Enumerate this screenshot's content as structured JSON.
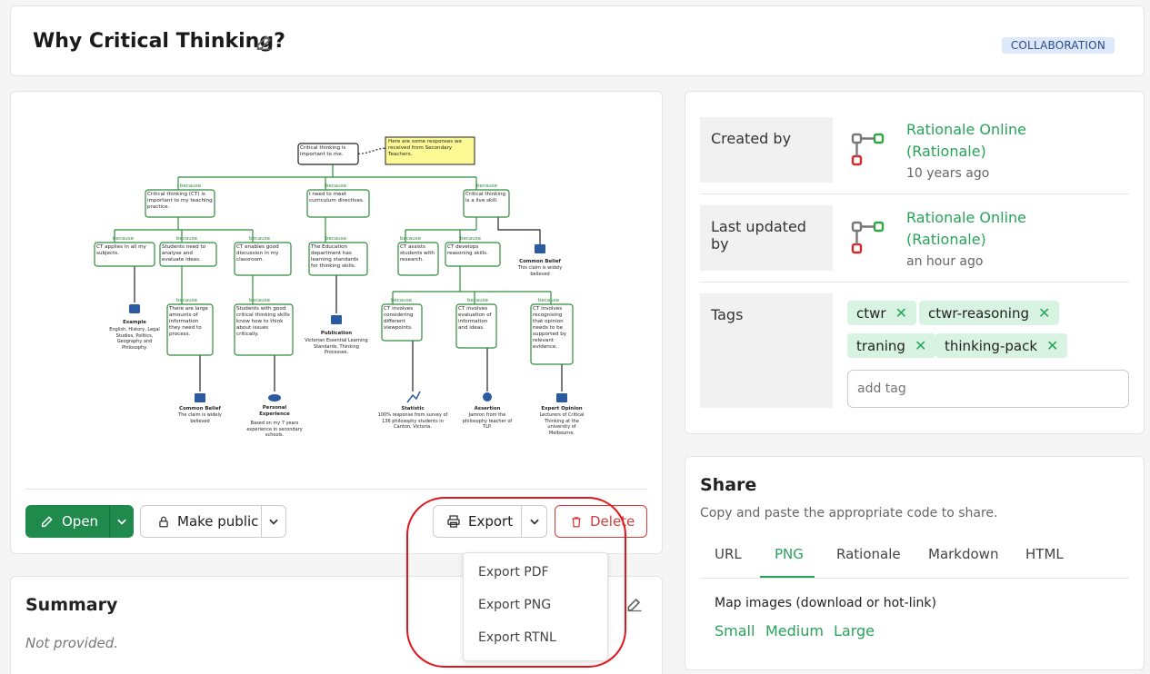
{
  "header": {
    "title": "Why Critical Thinking?",
    "badge": "COLLABORATION"
  },
  "map": {
    "root": "Critical thinking is important to me.",
    "note": "Here are some responses we received from Secondary Teachers.",
    "because": "because",
    "r1": "Critical thinking (CT) is important to my teaching practice.",
    "r2": "I need to meet curriculum directives.",
    "r3": "Critical thinking is a live skill.",
    "a1": "CT applies in all my subjects.",
    "a2": "Students need to analyse and evaluate ideas.",
    "a3": "CT enables good discussion in my classroom.",
    "a4": "The Education department has learning standards for thinking skills.",
    "a5": "CT assists students with research.",
    "a6": "CT develops reasoning skills.",
    "b1": "There are large amounts of information they need to process.",
    "b2": "Students with good critical thinking skills know how to think about issues critically.",
    "b3": "CT involves considering different viewpoints.",
    "b4": "CT involves evaluation of information and ideas.",
    "b5": "CT involves recognising that opinion needs to be supported by relevant evidence.",
    "basis": {
      "example_t": "Example",
      "example_d": "English, History, Legal Studies, Politics, Geography and Philosophy.",
      "publication_t": "Publication",
      "publication_d": "Victorian Essential Learning Standards, Thinking Processes.",
      "common1_t": "Common Belief",
      "common1_d": "This claim is widely believed",
      "common2_t": "Common Belief",
      "common2_d": "The claim is widely believed",
      "personal_t": "Personal Experience",
      "personal_d": "Based on my 7 years experience in secondary schools.",
      "statistic_t": "Statistic",
      "statistic_d": "100% response from survey of 136 philosophy students in Canton, Victoria.",
      "assertion_t": "Assertion",
      "assertion_d": "Jamron from the philosophy teacher of TLP.",
      "expert_t": "Expert Opinion",
      "expert_d": "Lecturers of Critical Thinking at the university of Melbourne."
    }
  },
  "actions": {
    "open": "Open",
    "make_public": "Make public",
    "export": "Export",
    "delete": "Delete",
    "export_menu": [
      "Export PDF",
      "Export PNG",
      "Export RTNL"
    ]
  },
  "summary": {
    "title": "Summary",
    "value": "Not provided."
  },
  "meta": {
    "created_label": "Created by",
    "created_name1": "Rationale Online",
    "created_name2": "(Rationale)",
    "created_time": "10 years ago",
    "updated_label": "Last updated by",
    "updated_name1": "Rationale Online",
    "updated_name2": "(Rationale)",
    "updated_time": "an hour ago",
    "tags_label": "Tags",
    "tags": [
      "ctwr",
      "ctwr-reasoning",
      "traning",
      "thinking-pack"
    ],
    "tag_placeholder": "add tag"
  },
  "share": {
    "title": "Share",
    "subtitle": "Copy and paste the appropriate code to share.",
    "tabs": [
      "URL",
      "PNG",
      "Rationale",
      "Markdown",
      "HTML"
    ],
    "active_tab": "PNG",
    "images_label": "Map images (download or hot-link)",
    "sizes": [
      "Small",
      "Medium",
      "Large"
    ]
  },
  "colors": {
    "accent": "#27a35a",
    "primary_button": "#1f8a4c",
    "danger": "#d63a3a",
    "highlight_ring": "#e0161d"
  }
}
